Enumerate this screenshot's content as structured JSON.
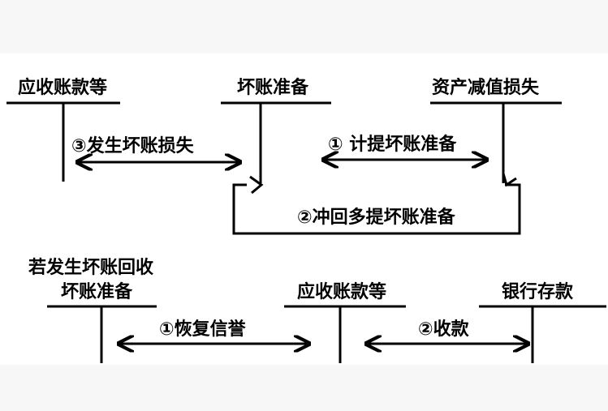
{
  "top": {
    "accounts": [
      "应收账款等",
      "坏账准备",
      "资产减值损失"
    ],
    "arrows": [
      "③发生坏账损失",
      "① 计提坏账准备",
      "②冲回多提坏账准备"
    ]
  },
  "bottom": {
    "heading": "若发生坏账回收",
    "accounts": [
      "坏账准备",
      "应收账款等",
      "银行存款"
    ],
    "arrows": [
      "①恢复信誉",
      "②收款"
    ]
  }
}
